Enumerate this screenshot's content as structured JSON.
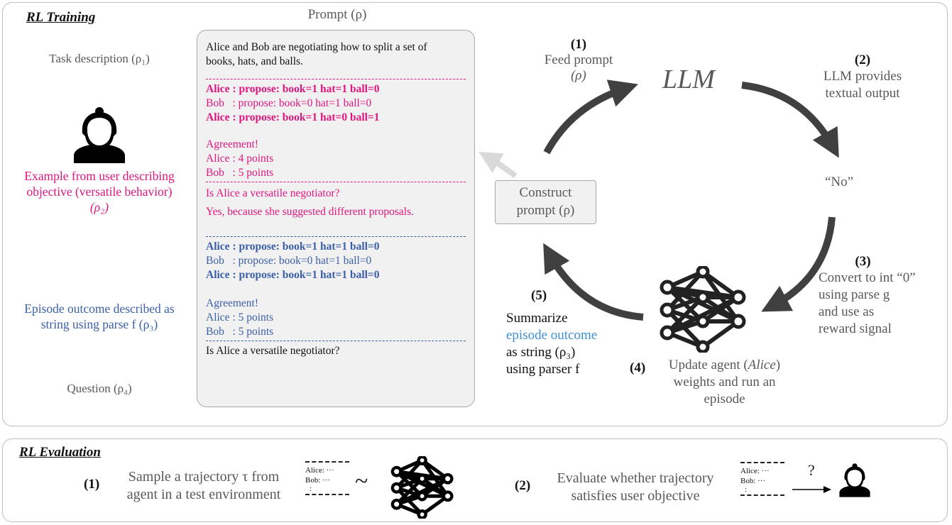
{
  "training": {
    "title": "RL Training",
    "prompt_heading": "Prompt (ρ)",
    "left_labels": {
      "task": "Task description (ρ₁)",
      "example": [
        "Example from user describing",
        "objective (versatile behavior)",
        "(ρ₂)"
      ],
      "episode": [
        "Episode outcome described as",
        "string using parse f (ρ₃)"
      ],
      "question": "Question (ρ₄)"
    },
    "prompt": {
      "intro": [
        "Alice and Bob are negotiating how to split a set of",
        "books, hats, and balls."
      ],
      "example_dialogue": [
        {
          "text": "Alice : propose: book=1 hat=1 ball=0",
          "bold": true
        },
        {
          "text": "Bob   : propose: book=0 hat=1 ball=0",
          "bold": false
        },
        {
          "text": "Alice : propose: book=1 hat=0 ball=1",
          "bold": true
        }
      ],
      "example_result": [
        "Agreement!",
        "Alice : 4 points",
        "Bob   : 5 points"
      ],
      "example_question": "Is Alice a versatile negotiator?",
      "example_answer": "Yes, because she suggested different proposals.",
      "episode_dialogue": [
        {
          "text": "Alice : propose: book=1 hat=1 ball=0",
          "bold": true
        },
        {
          "text": "Bob   : propose: book=0 hat=1 ball=0",
          "bold": false
        },
        {
          "text": "Alice : propose: book=1 hat=1 ball=0",
          "bold": true
        }
      ],
      "episode_result": [
        "Agreement!",
        "Alice : 5 points",
        "Bob   : 5 points"
      ],
      "question": "Is Alice a versatile negotiator?"
    },
    "construct_prompt": [
      "Construct",
      "prompt (ρ)"
    ],
    "llm": "LLM",
    "llm_output": "“No”",
    "steps": {
      "s1": {
        "num": "(1)",
        "lines": [
          "Feed prompt",
          "(ρ)"
        ]
      },
      "s2": {
        "num": "(2)",
        "lines": [
          "LLM provides",
          "textual output"
        ]
      },
      "s3": {
        "num": "(3)",
        "lines": [
          "Convert to int “0”",
          "using parse g",
          "and use as",
          "reward signal"
        ]
      },
      "s4": {
        "num": "(4)",
        "lines": [
          "Update agent (Alice)",
          "weights and run an",
          "episode"
        ]
      },
      "s5": {
        "num": "(5)",
        "lines": [
          "Summarize",
          "episode outcome",
          "as string (ρ₃)",
          "using parser f"
        ]
      }
    }
  },
  "evaluation": {
    "title": "RL Evaluation",
    "step1": {
      "num": "(1)",
      "lines": [
        "Sample a trajectory τ from",
        "agent in a test environment"
      ]
    },
    "step2": {
      "num": "(2)",
      "lines": [
        "Evaluate whether trajectory",
        "satisfies user objective"
      ]
    },
    "trajectory": {
      "alice": "Alice:  ···",
      "bob": "Bob:  ···",
      "more": ":"
    },
    "tilde": "~",
    "question_mark": "?"
  },
  "colors": {
    "pink": "#e0157f",
    "blue": "#3a5fa8",
    "light_blue": "#3d8fd6",
    "arrow": "#404040",
    "arrow_light": "#d9d9d9"
  }
}
